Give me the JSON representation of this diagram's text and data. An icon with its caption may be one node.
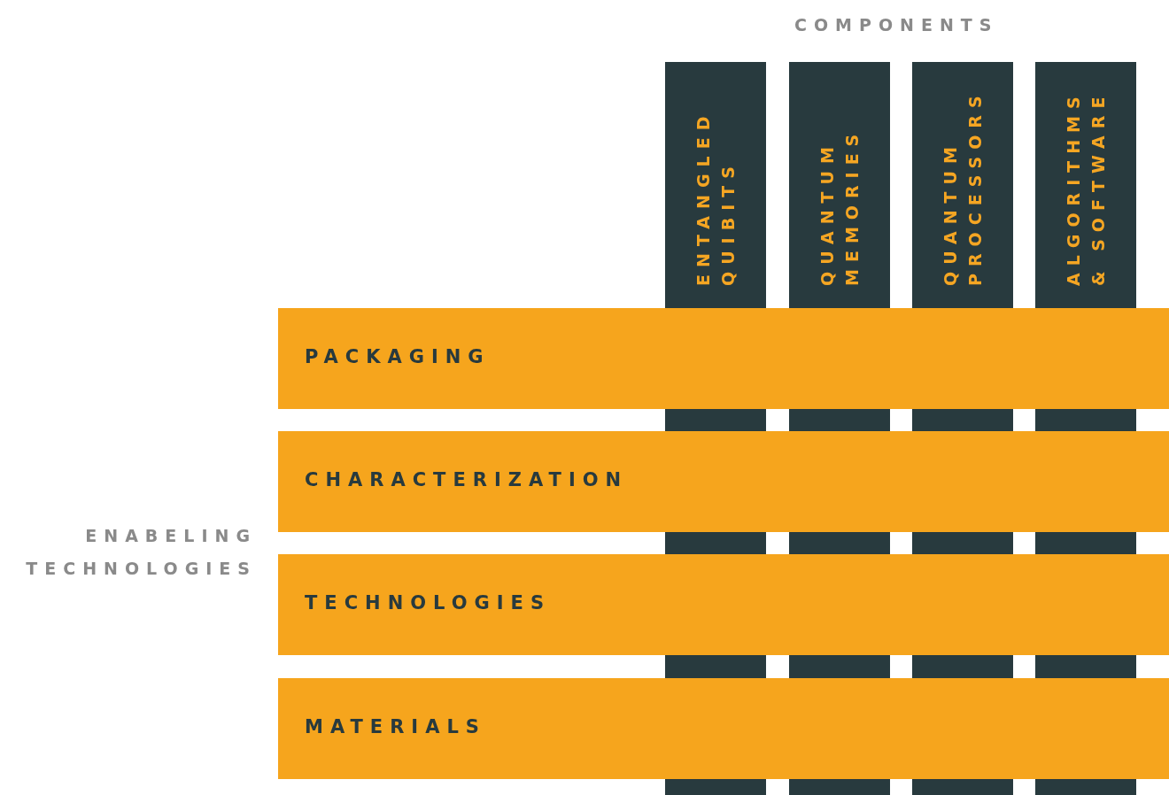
{
  "diagram": {
    "nodes": [
      {
        "text": [
          "ENTANGLED QUIBITS"
        ]
      },
      {
        "text": [
          "QUANTUM MEMORIES"
        ]
      },
      {
        "text": [
          "QUANTUM PROCESSORS"
        ]
      },
      {
        "text": [
          "ALGORITHMS & SOFTWARE"
        ]
      },
      {
        "text": [
          "PACKAGING"
        ]
      },
      {
        "text": [
          "CHARACTERIZATION"
        ]
      },
      {
        "text": [
          "TECHNOLOGIES"
        ]
      },
      {
        "text": [
          "MATERIALS"
        ]
      },
      {
        "text": [],
        "shape": "bar"
      },
      {
        "text": [],
        "shape": "bar"
      },
      {
        "text": [],
        "shape": "bar"
      },
      {
        "text": [],
        "shape": "bar"
      },
      {
        "text": [],
        "shape": "bar"
      },
      {
        "text": [],
        "shape": "bar"
      },
      {
        "text": [],
        "shape": "bar"
      },
      {
        "text": [],
        "shape": "bar"
      },
      {
        "text": [],
        "shape": "bar"
      },
      {
        "text": [],
        "shape": "bar"
      },
      {
        "text": [],
        "shape": "bar"
      },
      {
        "text": [],
        "shape": "bar"
      },
      {
        "text": [],
        "shape": "bar"
      },
      {
        "text": [],
        "shape": "bar"
      },
      {
        "text": [],
        "shape": "bar"
      },
      {
        "text": [],
        "shape": "bar"
      }
    ],
    "edges": [],
    "labels": [
      "COMPONENTS",
      "ENABELING TECHNOLOGIES"
    ]
  }
}
